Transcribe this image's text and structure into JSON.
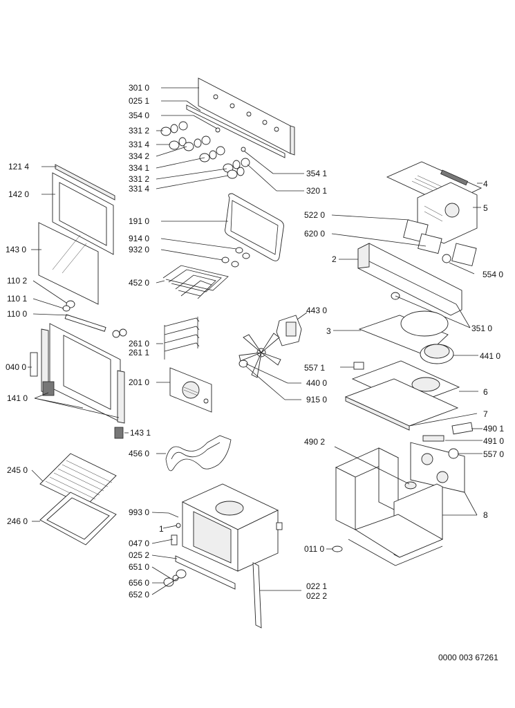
{
  "labels": {
    "l3010": "301 0",
    "l0251": "025 1",
    "l3540": "354 0",
    "l3312a": "331 2",
    "l3314a": "331 4",
    "l3342": "334 2",
    "l3341": "334 1",
    "l3312b": "331 2",
    "l3314b": "331 4",
    "l3541": "354 1",
    "l3201": "320 1",
    "l1214": "121 4",
    "l1420": "142 0",
    "l1430": "143 0",
    "l1102": "110 2",
    "l1101": "110 1",
    "l1100": "110 0",
    "l0400": "040 0",
    "l1410": "141 0",
    "l1431": "143 1",
    "l2450": "245 0",
    "l2460": "246 0",
    "l1910": "191 0",
    "l9140": "914 0",
    "l9320": "932 0",
    "l4520": "452 0",
    "l2610": "261 0",
    "l2611": "261 1",
    "l2010": "201 0",
    "l4560": "456 0",
    "l4430": "443 0",
    "l5571": "557 1",
    "l4400": "440 0",
    "l9150": "915 0",
    "l9930": "993 0",
    "l1": "1",
    "l0470": "047 0",
    "l0252": "025 2",
    "l6510": "651 0",
    "l6560": "656 0",
    "l6520": "652 0",
    "l0221": "022 1",
    "l0222": "022 2",
    "l4": "4",
    "l5": "5",
    "l5220": "522 0",
    "l6200": "620 0",
    "l2": "2",
    "l5540": "554 0",
    "l3510": "351 0",
    "l3": "3",
    "l4410": "441 0",
    "l6": "6",
    "l7": "7",
    "l4901": "490 1",
    "l4902": "490 2",
    "l4910": "491 0",
    "l5570": "557 0",
    "l8": "8",
    "l0110": "011 0"
  },
  "drawing_code": "0000 003 67261"
}
